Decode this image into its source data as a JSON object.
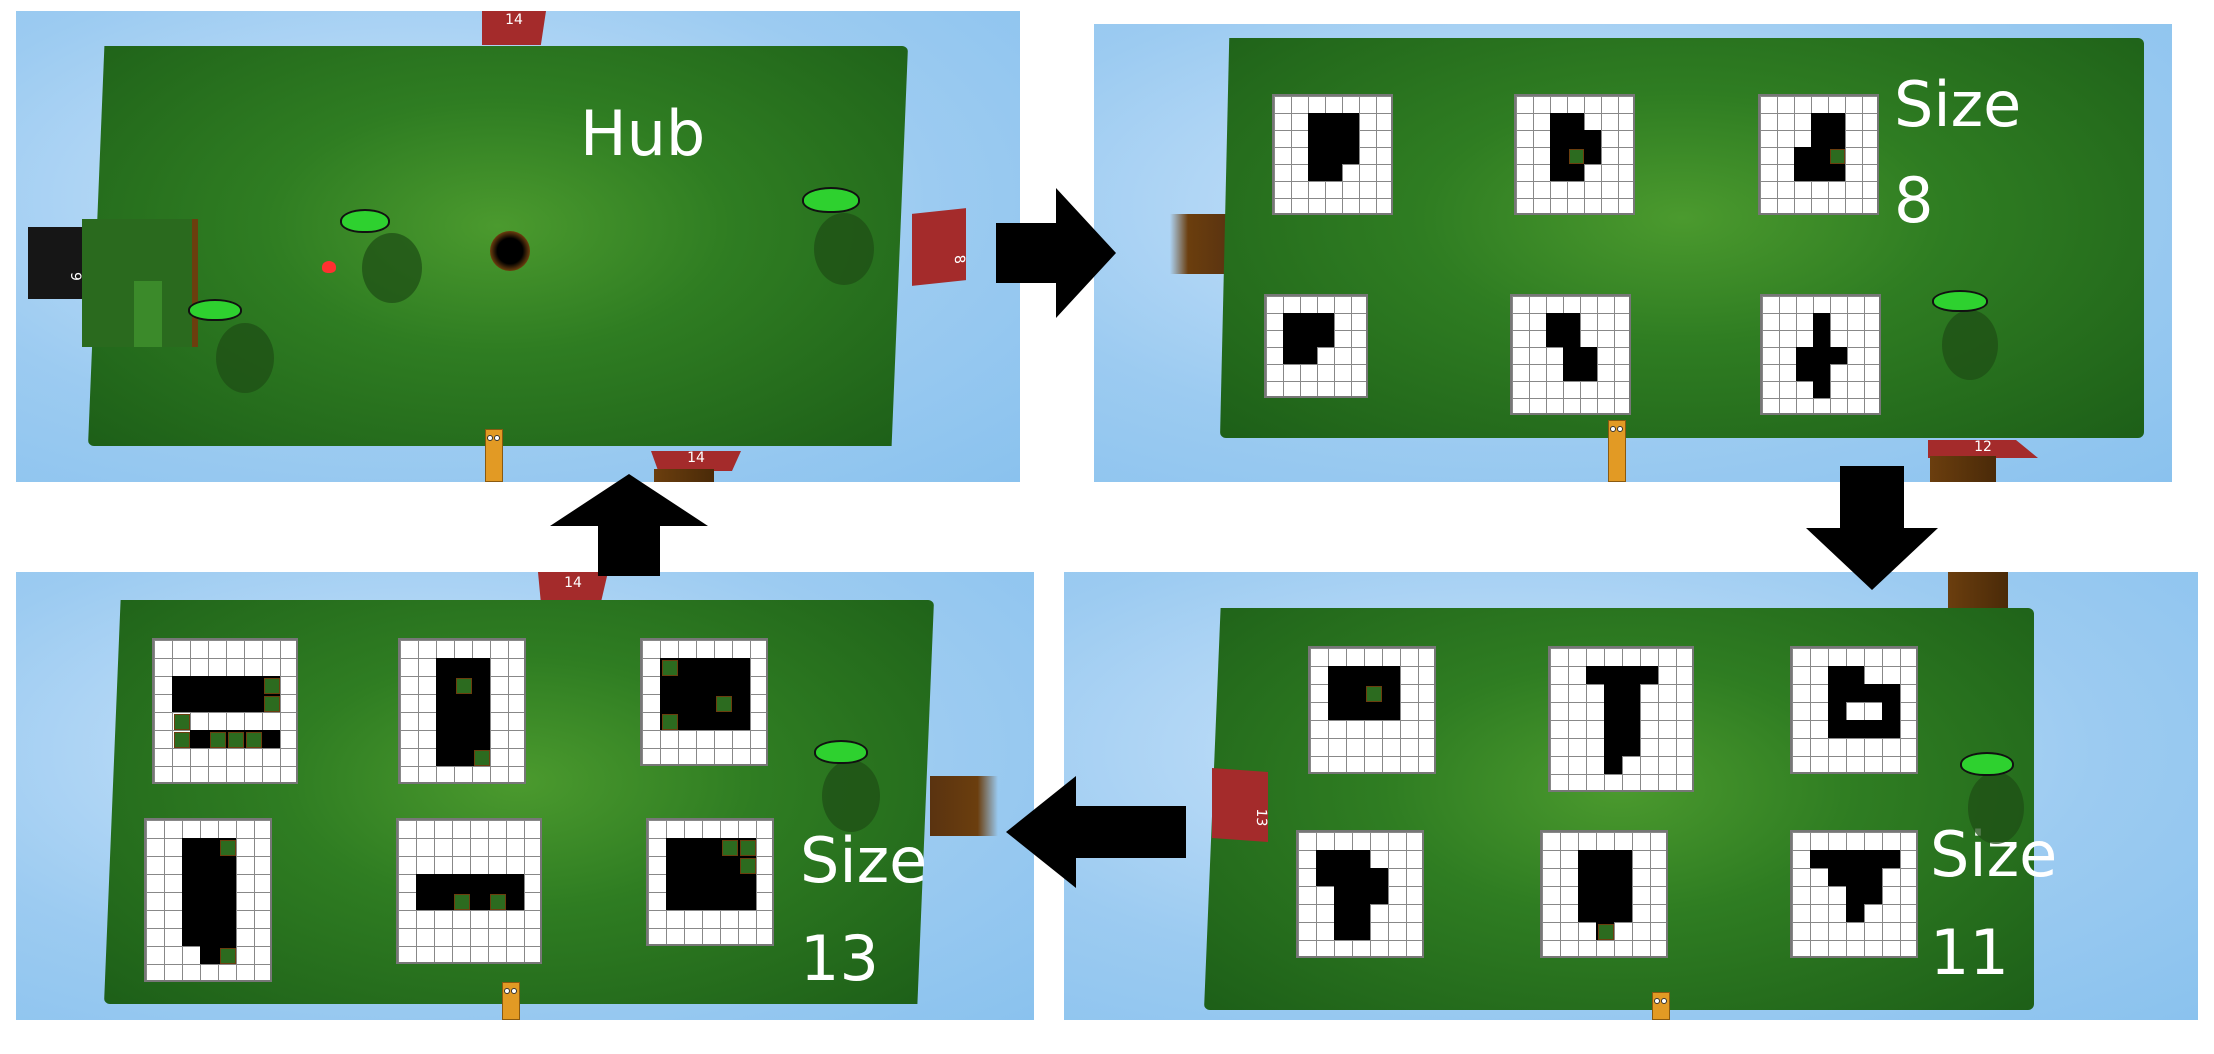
{
  "panels": {
    "hub": {
      "title": "Hub",
      "flags": {
        "top": "14",
        "right": "8",
        "left": "9",
        "bottom": "14"
      }
    },
    "size8": {
      "label_line1": "Size",
      "label_line2": "8",
      "flags": {
        "bottom_right": "12"
      }
    },
    "size11": {
      "label_line1": "Size",
      "label_line2": "11",
      "flags": {
        "left": "13"
      }
    },
    "size13": {
      "label_line1": "Size",
      "label_line2": "13",
      "flags": {
        "top": "14"
      }
    }
  },
  "colors": {
    "sky": "#9ccbf1",
    "board": "#2f7d22",
    "flag_red": "#a42b2b",
    "flag_black": "#161616",
    "cell_black": "#000000",
    "cell_white": "#ffffff",
    "block_green": "#2c6b1f",
    "arrow": "#000000"
  },
  "arrows": [
    "right",
    "down",
    "left",
    "up"
  ],
  "puzzles": {
    "size8": [
      {
        "cols": 7,
        "rows": 7,
        "black": [
          [
            1,
            2
          ],
          [
            1,
            3
          ],
          [
            1,
            4
          ],
          [
            2,
            2
          ],
          [
            2,
            3
          ],
          [
            2,
            4
          ],
          [
            3,
            2
          ],
          [
            3,
            3
          ],
          [
            3,
            4
          ],
          [
            4,
            2
          ],
          [
            4,
            3
          ]
        ],
        "blocks": []
      },
      {
        "cols": 7,
        "rows": 7,
        "black": [
          [
            1,
            2
          ],
          [
            1,
            3
          ],
          [
            2,
            2
          ],
          [
            2,
            3
          ],
          [
            2,
            4
          ],
          [
            3,
            2
          ],
          [
            3,
            3
          ],
          [
            3,
            4
          ],
          [
            4,
            2
          ],
          [
            4,
            3
          ]
        ],
        "blocks": [
          [
            3,
            3
          ]
        ]
      },
      {
        "cols": 7,
        "rows": 7,
        "black": [
          [
            1,
            3
          ],
          [
            1,
            4
          ],
          [
            2,
            3
          ],
          [
            2,
            4
          ],
          [
            3,
            2
          ],
          [
            3,
            3
          ],
          [
            3,
            4
          ],
          [
            4,
            2
          ],
          [
            4,
            3
          ],
          [
            4,
            4
          ]
        ],
        "blocks": [
          [
            3,
            4
          ]
        ]
      },
      {
        "cols": 6,
        "rows": 6,
        "black": [
          [
            1,
            1
          ],
          [
            1,
            2
          ],
          [
            1,
            3
          ],
          [
            2,
            1
          ],
          [
            2,
            2
          ],
          [
            2,
            3
          ],
          [
            3,
            1
          ],
          [
            3,
            2
          ]
        ],
        "blocks": []
      },
      {
        "cols": 7,
        "rows": 7,
        "black": [
          [
            1,
            2
          ],
          [
            1,
            3
          ],
          [
            2,
            2
          ],
          [
            2,
            3
          ],
          [
            3,
            3
          ],
          [
            3,
            4
          ],
          [
            4,
            3
          ],
          [
            4,
            4
          ]
        ],
        "blocks": []
      },
      {
        "cols": 7,
        "rows": 7,
        "black": [
          [
            1,
            3
          ],
          [
            2,
            3
          ],
          [
            3,
            2
          ],
          [
            3,
            3
          ],
          [
            3,
            4
          ],
          [
            4,
            2
          ],
          [
            4,
            3
          ],
          [
            5,
            3
          ]
        ],
        "blocks": []
      }
    ],
    "size11": [
      {
        "cols": 7,
        "rows": 7,
        "black": [
          [
            1,
            1
          ],
          [
            1,
            2
          ],
          [
            1,
            3
          ],
          [
            1,
            4
          ],
          [
            2,
            1
          ],
          [
            2,
            2
          ],
          [
            2,
            3
          ],
          [
            2,
            4
          ],
          [
            3,
            1
          ],
          [
            3,
            2
          ],
          [
            3,
            3
          ],
          [
            3,
            4
          ]
        ],
        "blocks": [
          [
            2,
            3
          ]
        ]
      },
      {
        "cols": 8,
        "rows": 8,
        "black": [
          [
            1,
            2
          ],
          [
            1,
            3
          ],
          [
            1,
            4
          ],
          [
            1,
            5
          ],
          [
            2,
            3
          ],
          [
            2,
            4
          ],
          [
            3,
            3
          ],
          [
            3,
            4
          ],
          [
            4,
            3
          ],
          [
            4,
            4
          ],
          [
            5,
            3
          ],
          [
            5,
            4
          ],
          [
            6,
            3
          ]
        ],
        "blocks": []
      },
      {
        "cols": 7,
        "rows": 7,
        "black": [
          [
            1,
            2
          ],
          [
            1,
            3
          ],
          [
            2,
            2
          ],
          [
            2,
            3
          ],
          [
            2,
            4
          ],
          [
            2,
            5
          ],
          [
            3,
            2
          ],
          [
            3,
            5
          ],
          [
            4,
            2
          ],
          [
            4,
            3
          ],
          [
            4,
            4
          ],
          [
            4,
            5
          ]
        ],
        "blocks": []
      },
      {
        "cols": 7,
        "rows": 7,
        "black": [
          [
            1,
            1
          ],
          [
            1,
            2
          ],
          [
            1,
            3
          ],
          [
            2,
            1
          ],
          [
            2,
            2
          ],
          [
            2,
            3
          ],
          [
            2,
            4
          ],
          [
            3,
            2
          ],
          [
            3,
            3
          ],
          [
            3,
            4
          ],
          [
            4,
            2
          ],
          [
            4,
            3
          ],
          [
            5,
            2
          ],
          [
            5,
            3
          ]
        ],
        "blocks": []
      },
      {
        "cols": 7,
        "rows": 7,
        "black": [
          [
            1,
            2
          ],
          [
            1,
            3
          ],
          [
            1,
            4
          ],
          [
            2,
            2
          ],
          [
            2,
            3
          ],
          [
            2,
            4
          ],
          [
            3,
            2
          ],
          [
            3,
            3
          ],
          [
            3,
            4
          ],
          [
            4,
            2
          ],
          [
            4,
            3
          ],
          [
            4,
            4
          ],
          [
            5,
            3
          ]
        ],
        "blocks": [
          [
            5,
            3
          ]
        ]
      },
      {
        "cols": 7,
        "rows": 7,
        "black": [
          [
            1,
            1
          ],
          [
            1,
            2
          ],
          [
            1,
            3
          ],
          [
            1,
            4
          ],
          [
            1,
            5
          ],
          [
            2,
            2
          ],
          [
            2,
            3
          ],
          [
            2,
            4
          ],
          [
            3,
            3
          ],
          [
            3,
            4
          ],
          [
            4,
            3
          ]
        ],
        "blocks": []
      }
    ],
    "size13": [
      {
        "cols": 8,
        "rows": 8,
        "black": [
          [
            2,
            1
          ],
          [
            2,
            2
          ],
          [
            2,
            3
          ],
          [
            2,
            4
          ],
          [
            2,
            5
          ],
          [
            2,
            6
          ],
          [
            3,
            1
          ],
          [
            3,
            2
          ],
          [
            3,
            3
          ],
          [
            3,
            4
          ],
          [
            3,
            5
          ],
          [
            3,
            6
          ],
          [
            5,
            2
          ],
          [
            5,
            3
          ],
          [
            5,
            4
          ],
          [
            5,
            5
          ],
          [
            5,
            6
          ]
        ],
        "blocks": [
          [
            2,
            6
          ],
          [
            3,
            6
          ],
          [
            4,
            1
          ],
          [
            5,
            1
          ],
          [
            5,
            3
          ],
          [
            5,
            4
          ],
          [
            5,
            5
          ]
        ]
      },
      {
        "cols": 7,
        "rows": 8,
        "black": [
          [
            1,
            2
          ],
          [
            1,
            3
          ],
          [
            1,
            4
          ],
          [
            2,
            2
          ],
          [
            2,
            3
          ],
          [
            2,
            4
          ],
          [
            3,
            2
          ],
          [
            3,
            3
          ],
          [
            3,
            4
          ],
          [
            4,
            2
          ],
          [
            4,
            3
          ],
          [
            4,
            4
          ],
          [
            5,
            2
          ],
          [
            5,
            3
          ],
          [
            5,
            4
          ],
          [
            6,
            2
          ],
          [
            6,
            3
          ],
          [
            6,
            4
          ]
        ],
        "blocks": [
          [
            2,
            3
          ],
          [
            6,
            4
          ]
        ]
      },
      {
        "cols": 7,
        "rows": 7,
        "black": [
          [
            1,
            1
          ],
          [
            1,
            2
          ],
          [
            1,
            3
          ],
          [
            1,
            4
          ],
          [
            1,
            5
          ],
          [
            2,
            1
          ],
          [
            2,
            2
          ],
          [
            2,
            3
          ],
          [
            2,
            4
          ],
          [
            2,
            5
          ],
          [
            3,
            1
          ],
          [
            3,
            2
          ],
          [
            3,
            3
          ],
          [
            3,
            4
          ],
          [
            3,
            5
          ],
          [
            4,
            1
          ],
          [
            4,
            2
          ],
          [
            4,
            3
          ],
          [
            4,
            4
          ],
          [
            4,
            5
          ]
        ],
        "blocks": [
          [
            1,
            1
          ],
          [
            3,
            4
          ],
          [
            4,
            1
          ]
        ]
      },
      {
        "cols": 7,
        "rows": 9,
        "black": [
          [
            1,
            2
          ],
          [
            1,
            3
          ],
          [
            1,
            4
          ],
          [
            2,
            2
          ],
          [
            2,
            3
          ],
          [
            2,
            4
          ],
          [
            3,
            2
          ],
          [
            3,
            3
          ],
          [
            3,
            4
          ],
          [
            4,
            2
          ],
          [
            4,
            3
          ],
          [
            4,
            4
          ],
          [
            5,
            2
          ],
          [
            5,
            3
          ],
          [
            5,
            4
          ],
          [
            6,
            2
          ],
          [
            6,
            3
          ],
          [
            6,
            4
          ],
          [
            7,
            3
          ],
          [
            7,
            4
          ]
        ],
        "blocks": [
          [
            1,
            4
          ],
          [
            7,
            4
          ]
        ]
      },
      {
        "cols": 8,
        "rows": 8,
        "black": [
          [
            3,
            1
          ],
          [
            3,
            2
          ],
          [
            3,
            3
          ],
          [
            3,
            4
          ],
          [
            3,
            5
          ],
          [
            3,
            6
          ],
          [
            4,
            1
          ],
          [
            4,
            2
          ],
          [
            4,
            3
          ],
          [
            4,
            4
          ],
          [
            4,
            5
          ],
          [
            4,
            6
          ]
        ],
        "blocks": [
          [
            4,
            3
          ],
          [
            4,
            5
          ]
        ]
      },
      {
        "cols": 7,
        "rows": 7,
        "black": [
          [
            1,
            1
          ],
          [
            1,
            2
          ],
          [
            1,
            3
          ],
          [
            1,
            4
          ],
          [
            1,
            5
          ],
          [
            2,
            1
          ],
          [
            2,
            2
          ],
          [
            2,
            3
          ],
          [
            2,
            4
          ],
          [
            2,
            5
          ],
          [
            3,
            1
          ],
          [
            3,
            2
          ],
          [
            3,
            3
          ],
          [
            3,
            4
          ],
          [
            3,
            5
          ],
          [
            4,
            1
          ],
          [
            4,
            2
          ],
          [
            4,
            3
          ],
          [
            4,
            4
          ],
          [
            4,
            5
          ]
        ],
        "blocks": [
          [
            1,
            4
          ],
          [
            1,
            5
          ],
          [
            2,
            5
          ]
        ]
      }
    ]
  }
}
